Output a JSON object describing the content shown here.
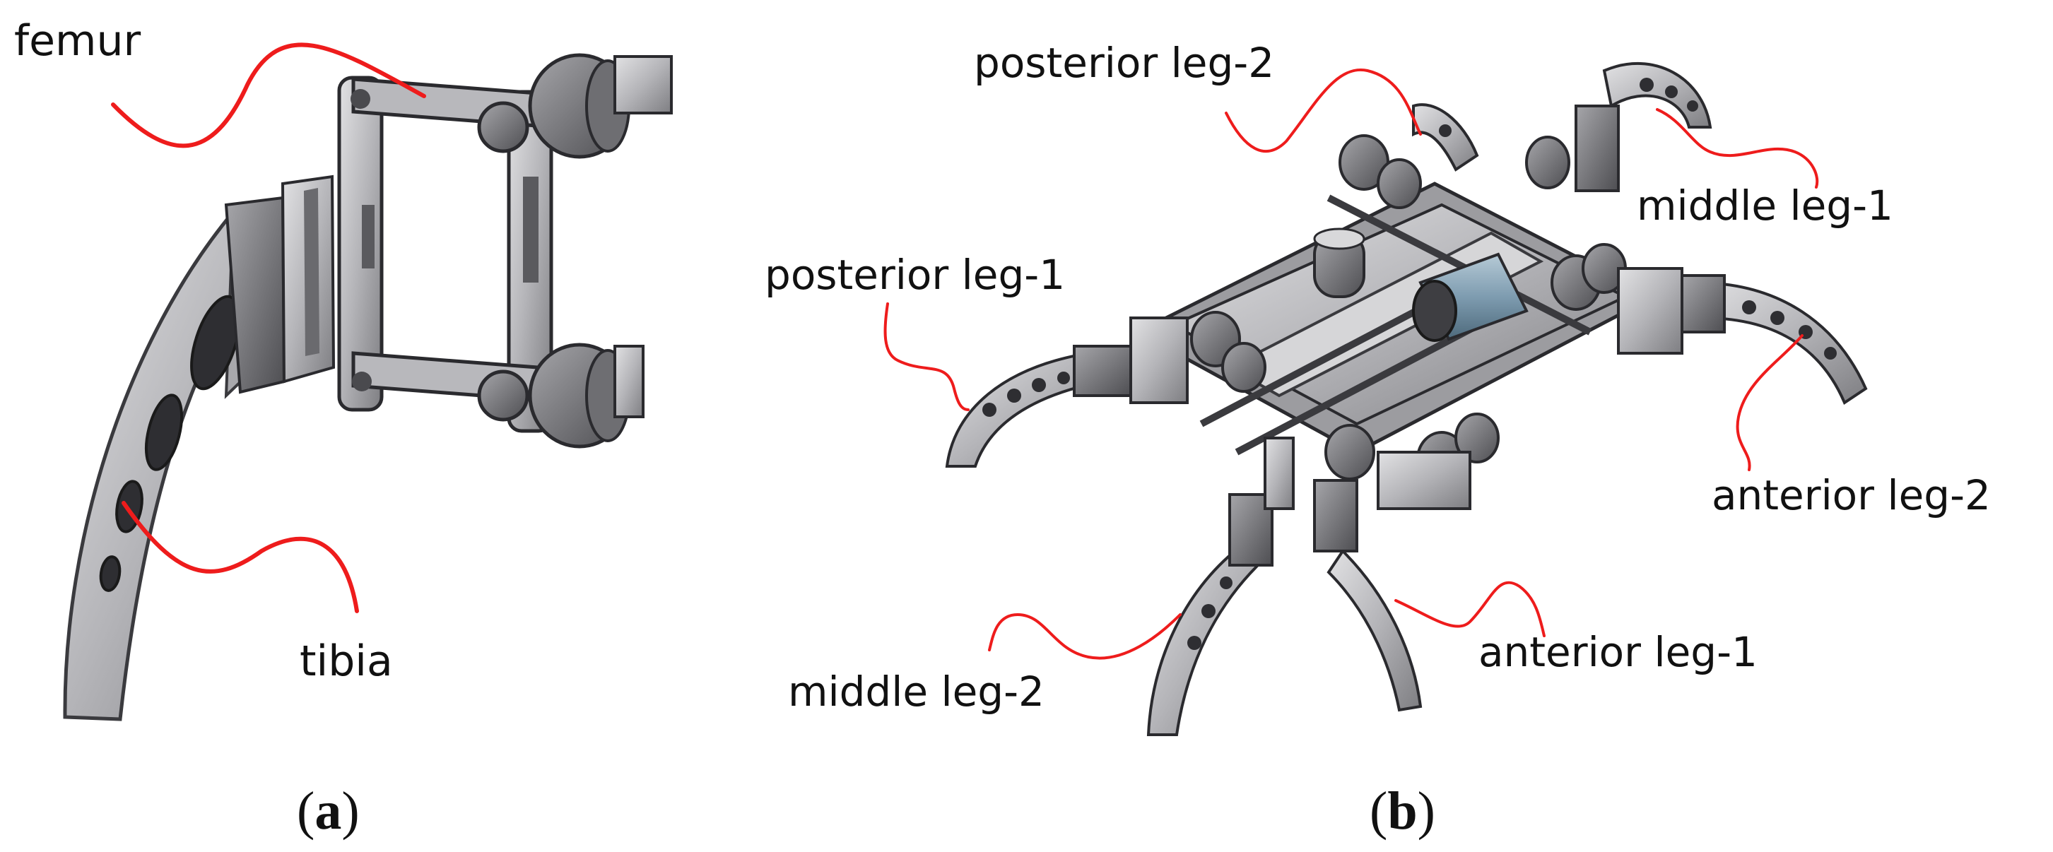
{
  "panel_a": {
    "labels": {
      "femur": "femur",
      "tibia": "tibia"
    },
    "caption": {
      "open": "(",
      "letter": "a",
      "close": ")"
    }
  },
  "panel_b": {
    "labels": {
      "posterior_leg_2": "posterior leg-2",
      "middle_leg_1": "middle leg-1",
      "posterior_leg_1": "posterior leg-1",
      "anterior_leg_2": "anterior leg-2",
      "anterior_leg_1": "anterior leg-1",
      "middle_leg_2": "middle leg-2"
    },
    "caption": {
      "open": "(",
      "letter": "b",
      "close": ")"
    }
  },
  "colors": {
    "leader_line": "#ee1c1c",
    "metal_light": "#c8c8ca",
    "metal_mid": "#9a9a9e",
    "metal_dark": "#5c5c60",
    "motor_blue": "#8aa6b8"
  }
}
